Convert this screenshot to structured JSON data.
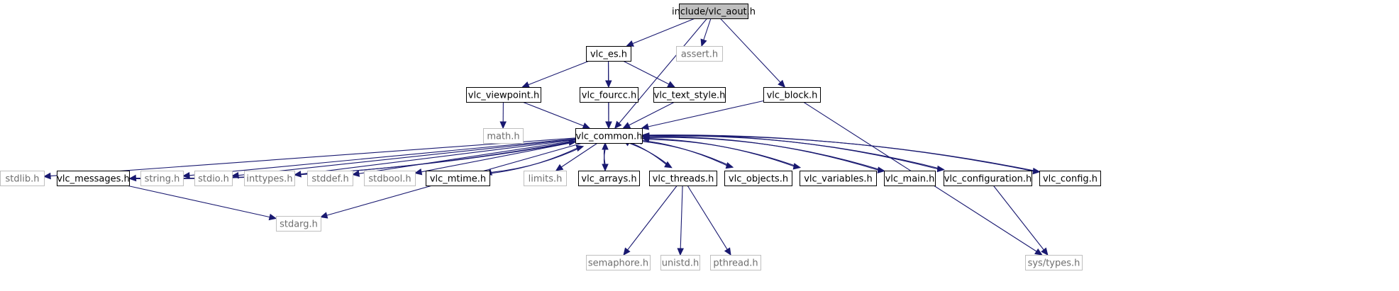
{
  "nodes": [
    {
      "id": "vlc_aout",
      "label": "include/vlc_aout.h",
      "kind": "root"
    },
    {
      "id": "vlc_es",
      "label": "vlc_es.h",
      "kind": "doc"
    },
    {
      "id": "assert",
      "label": "assert.h",
      "kind": "ext"
    },
    {
      "id": "vlc_block",
      "label": "vlc_block.h",
      "kind": "doc"
    },
    {
      "id": "vlc_viewpoint",
      "label": "vlc_viewpoint.h",
      "kind": "doc"
    },
    {
      "id": "vlc_fourcc",
      "label": "vlc_fourcc.h",
      "kind": "doc"
    },
    {
      "id": "vlc_text_style",
      "label": "vlc_text_style.h",
      "kind": "doc"
    },
    {
      "id": "math",
      "label": "math.h",
      "kind": "ext"
    },
    {
      "id": "vlc_common",
      "label": "vlc_common.h",
      "kind": "doc"
    },
    {
      "id": "stdlib",
      "label": "stdlib.h",
      "kind": "ext"
    },
    {
      "id": "vlc_messages",
      "label": "vlc_messages.h",
      "kind": "doc"
    },
    {
      "id": "string",
      "label": "string.h",
      "kind": "ext"
    },
    {
      "id": "stdio",
      "label": "stdio.h",
      "kind": "ext"
    },
    {
      "id": "inttypes",
      "label": "inttypes.h",
      "kind": "ext"
    },
    {
      "id": "stddef",
      "label": "stddef.h",
      "kind": "ext"
    },
    {
      "id": "stdbool",
      "label": "stdbool.h",
      "kind": "ext"
    },
    {
      "id": "vlc_mtime",
      "label": "vlc_mtime.h",
      "kind": "doc"
    },
    {
      "id": "limits",
      "label": "limits.h",
      "kind": "ext"
    },
    {
      "id": "vlc_arrays",
      "label": "vlc_arrays.h",
      "kind": "doc"
    },
    {
      "id": "vlc_threads",
      "label": "vlc_threads.h",
      "kind": "doc"
    },
    {
      "id": "vlc_objects",
      "label": "vlc_objects.h",
      "kind": "doc"
    },
    {
      "id": "vlc_variables",
      "label": "vlc_variables.h",
      "kind": "doc"
    },
    {
      "id": "vlc_main",
      "label": "vlc_main.h",
      "kind": "doc"
    },
    {
      "id": "vlc_configuration",
      "label": "vlc_configuration.h",
      "kind": "doc"
    },
    {
      "id": "vlc_config",
      "label": "vlc_config.h",
      "kind": "doc"
    },
    {
      "id": "stdarg",
      "label": "stdarg.h",
      "kind": "ext"
    },
    {
      "id": "semaphore",
      "label": "semaphore.h",
      "kind": "ext"
    },
    {
      "id": "unistd",
      "label": "unistd.h",
      "kind": "ext"
    },
    {
      "id": "pthread",
      "label": "pthread.h",
      "kind": "ext"
    },
    {
      "id": "sys_types",
      "label": "sys/types.h",
      "kind": "ext"
    }
  ],
  "edges": [
    [
      "vlc_aout",
      "vlc_es"
    ],
    [
      "vlc_aout",
      "assert"
    ],
    [
      "vlc_aout",
      "vlc_common"
    ],
    [
      "vlc_aout",
      "vlc_block"
    ],
    [
      "vlc_es",
      "vlc_viewpoint"
    ],
    [
      "vlc_es",
      "vlc_common"
    ],
    [
      "vlc_es",
      "vlc_fourcc"
    ],
    [
      "vlc_es",
      "vlc_text_style"
    ],
    [
      "vlc_viewpoint",
      "math"
    ],
    [
      "vlc_viewpoint",
      "vlc_common"
    ],
    [
      "vlc_fourcc",
      "vlc_common"
    ],
    [
      "vlc_text_style",
      "vlc_common"
    ],
    [
      "vlc_block",
      "vlc_common"
    ],
    [
      "vlc_block",
      "sys_types"
    ],
    [
      "vlc_common",
      "stdlib"
    ],
    [
      "vlc_common",
      "vlc_messages"
    ],
    [
      "vlc_common",
      "string"
    ],
    [
      "vlc_common",
      "stdio"
    ],
    [
      "vlc_common",
      "inttypes"
    ],
    [
      "vlc_common",
      "stddef"
    ],
    [
      "vlc_common",
      "stdbool"
    ],
    [
      "vlc_common",
      "vlc_mtime"
    ],
    [
      "vlc_common",
      "stdarg"
    ],
    [
      "vlc_common",
      "limits"
    ],
    [
      "vlc_common",
      "vlc_arrays"
    ],
    [
      "vlc_common",
      "vlc_threads"
    ],
    [
      "vlc_common",
      "vlc_objects"
    ],
    [
      "vlc_common",
      "vlc_variables"
    ],
    [
      "vlc_common",
      "vlc_main"
    ],
    [
      "vlc_common",
      "vlc_configuration"
    ],
    [
      "vlc_common",
      "vlc_config"
    ],
    [
      "vlc_messages",
      "vlc_common"
    ],
    [
      "vlc_messages",
      "stdarg"
    ],
    [
      "vlc_mtime",
      "vlc_common"
    ],
    [
      "vlc_arrays",
      "vlc_common"
    ],
    [
      "vlc_threads",
      "vlc_common"
    ],
    [
      "vlc_threads",
      "semaphore"
    ],
    [
      "vlc_threads",
      "unistd"
    ],
    [
      "vlc_threads",
      "pthread"
    ],
    [
      "vlc_objects",
      "vlc_common"
    ],
    [
      "vlc_variables",
      "vlc_common"
    ],
    [
      "vlc_main",
      "vlc_common"
    ],
    [
      "vlc_configuration",
      "vlc_common"
    ],
    [
      "vlc_configuration",
      "sys_types"
    ],
    [
      "vlc_config",
      "vlc_common"
    ]
  ],
  "colors": {
    "edge": "#191970",
    "node_border": "#000000",
    "external_border": "#bfbfbf",
    "external_text": "#6e6e6e",
    "root_fill": "#bfbfbf",
    "node_text": "#000000"
  }
}
